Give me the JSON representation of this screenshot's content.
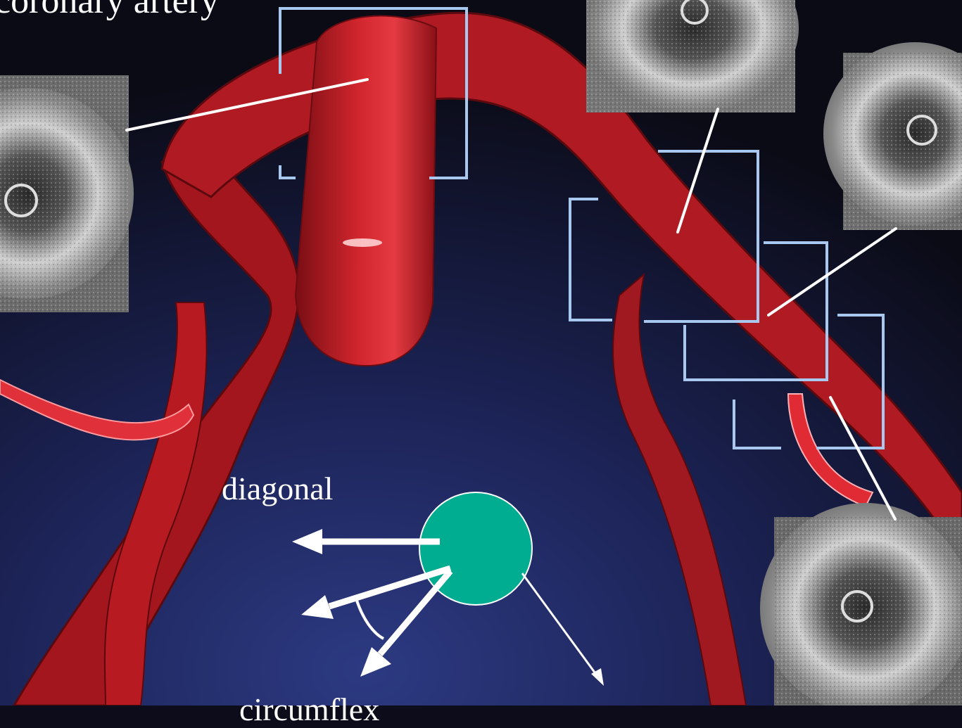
{
  "labels": {
    "top": "coronary artery",
    "diagonal": "diagonal",
    "bottom": "circumflex"
  },
  "colors": {
    "background_dark": "#0c0c1a",
    "background_blue": "#2c3470",
    "artery": "#c81e26",
    "artery_highlight": "#f04048",
    "bracket": "#a8c8f0",
    "pointer_line": "#ffffff",
    "carina_circle": "#00ad91"
  },
  "icons": {
    "ivus_image": "ivus-cross-section-image",
    "artery": "coronary-artery-3d-render",
    "arrow": "white-arrow"
  }
}
